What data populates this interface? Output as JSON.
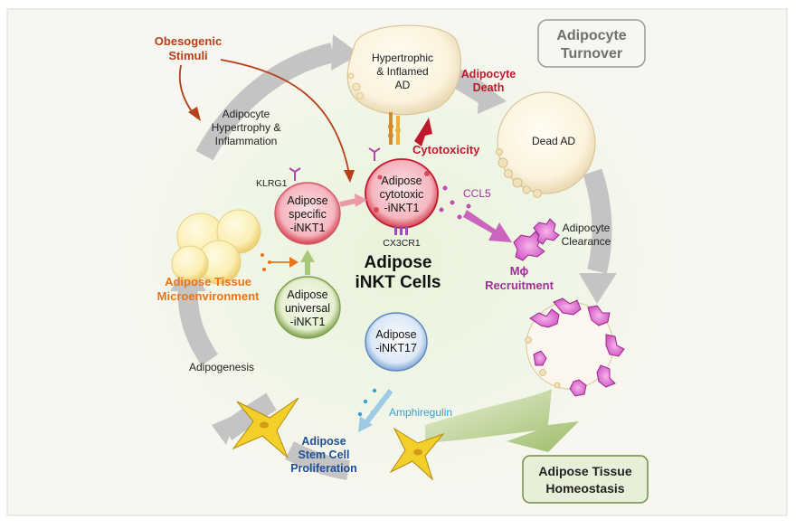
{
  "title": {
    "line1": "Adipocyte",
    "line2": "Turnover"
  },
  "obesogenic": {
    "line1": "Obesogenic",
    "line2": "Stimuli"
  },
  "hypertrophy": {
    "line1": "Adipocyte",
    "line2": "Hypertrophy &",
    "line3": "Inflammation"
  },
  "hypertrophic_ad": {
    "line1": "Hypertrophic",
    "line2": "& Inflamed",
    "line3": "AD"
  },
  "death": {
    "line1": "Adipocyte",
    "line2": "Death"
  },
  "dead_ad": "Dead AD",
  "cytotoxicity": "Cytotoxicity",
  "cytotoxic": {
    "line1": "Adipose",
    "line2": "cytotoxic",
    "line3": "-iNKT1"
  },
  "ccl5": "CCL5",
  "cx3cr1": "CX3CR1",
  "klrg1": "KLRG1",
  "specific": {
    "line1": "Adipose",
    "line2": "specific",
    "line3": "-iNKT1"
  },
  "center": {
    "line1": "Adipose",
    "line2": "iNKT Cells"
  },
  "clearance": {
    "line1": "Adipocyte",
    "line2": "Clearance"
  },
  "macrophage": {
    "line1": "Mϕ",
    "line2": "Recruitment"
  },
  "microenv": {
    "line1": "Adipose Tissue",
    "line2": "Microenvironment"
  },
  "universal": {
    "line1": "Adipose",
    "line2": "universal",
    "line3": "-iNKT1"
  },
  "inkt17": {
    "line1": "Adipose",
    "line2": "-iNKT17"
  },
  "adipogenesis": "Adipogenesis",
  "amphiregulin": "Amphiregulin",
  "stem": {
    "line1": "Adipose",
    "line2": "Stem Cell",
    "line3": "Proliferation"
  },
  "homeostasis": {
    "line1": "Adipose Tissue",
    "line2": "Homeostasis"
  },
  "colors": {
    "obesogenic": "#b5401b",
    "death_red": "#c0182e",
    "magenta": "#a0309a",
    "orange": "#e8751a",
    "blue": "#1f4e96",
    "cyan": "#3a9fd0",
    "green": "#8db05a"
  }
}
